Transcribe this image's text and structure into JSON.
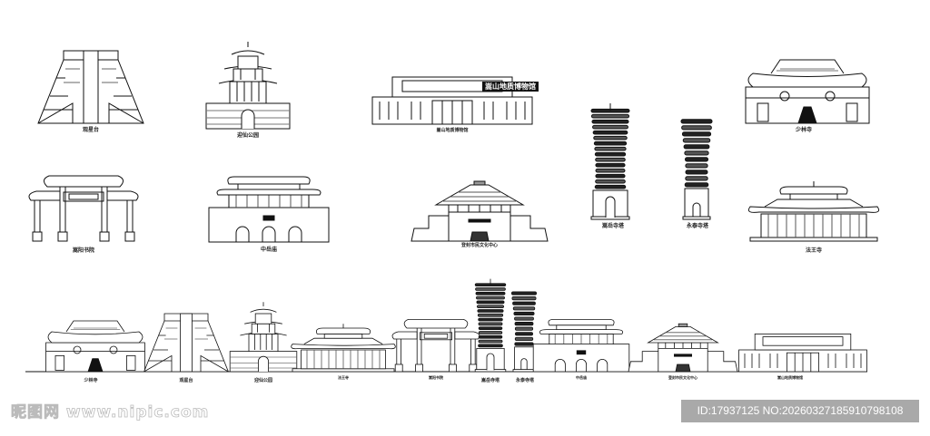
{
  "labels": {
    "guanxingtai": "观星台",
    "yingxian_park": "迎仙公园",
    "museum": "嵩山地质博物馆",
    "museum_sign": "嵩山地质博物馆",
    "songyue_pagoda": "嵩岳寺塔",
    "yongtai_pagoda": "永泰寺塔",
    "shaolin": "少林寺",
    "songyang_academy": "嵩阳书院",
    "zhongyue": "中岳庙",
    "culture_center": "登封市民文化中心",
    "fawang": "法王寺"
  },
  "watermark": {
    "site": "昵图网 www.nipic.com",
    "id_text": "ID:17937125 NO:20260327185910798108"
  },
  "colors": {
    "line": "#111111",
    "background": "#ffffff",
    "badge": "#a9a9a9"
  }
}
